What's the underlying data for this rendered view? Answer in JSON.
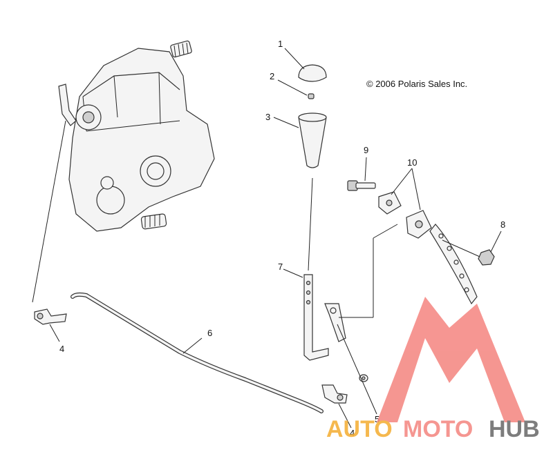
{
  "copyright": "© 2006 Polaris Sales Inc.",
  "callouts": [
    "1",
    "2",
    "3",
    "9",
    "10",
    "8",
    "7",
    "6",
    "4",
    "5",
    "4"
  ],
  "watermark": {
    "part1": "AUTO",
    "part2": "MOTO",
    "part3": "HUB",
    "color_orange": "#f5b13b",
    "color_red": "#f58b86",
    "color_gray": "#6f6f6f"
  }
}
